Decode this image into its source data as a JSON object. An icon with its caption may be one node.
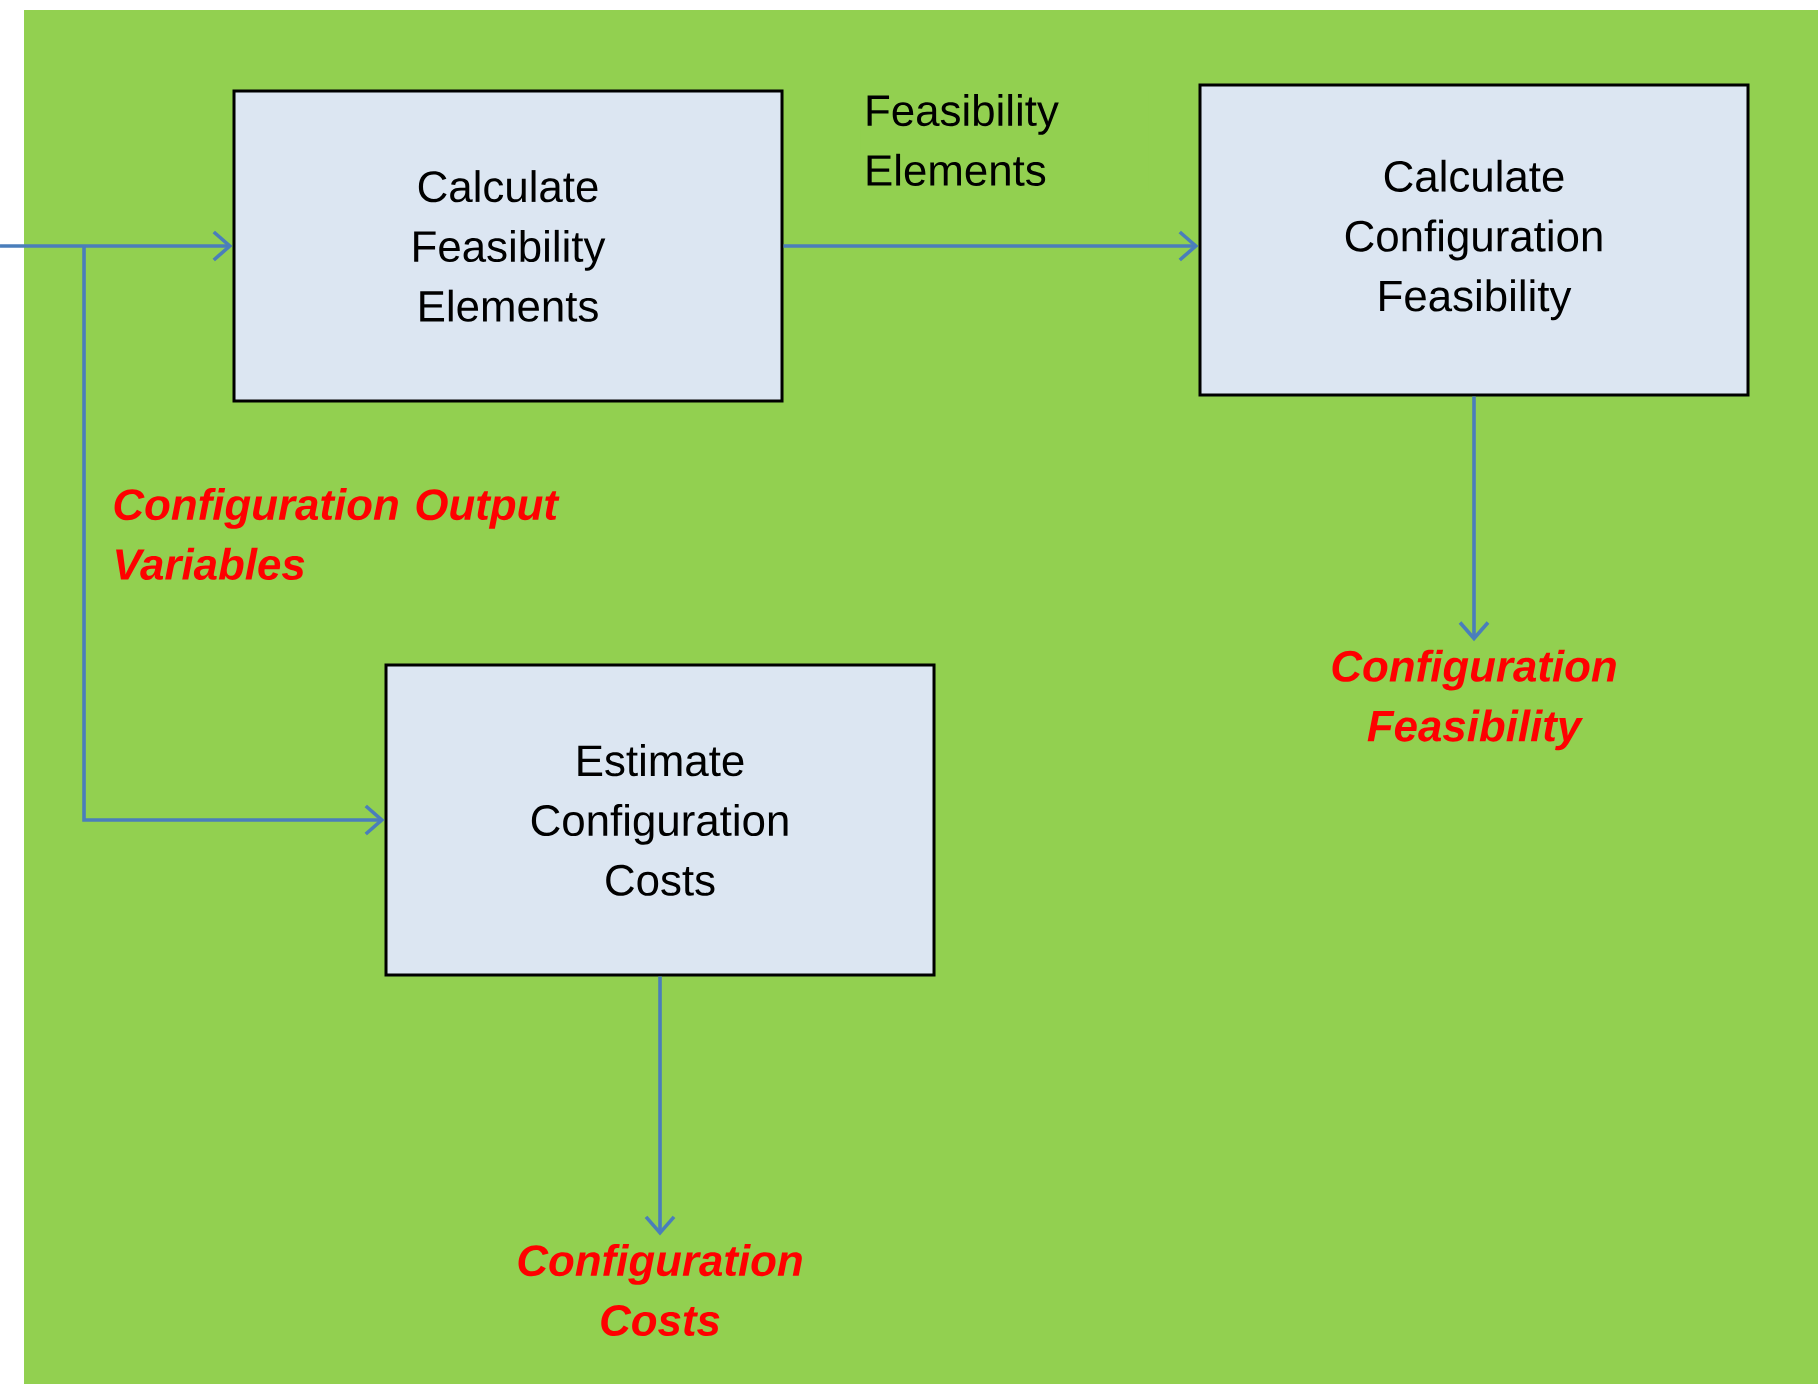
{
  "diagram": {
    "nodes": [
      {
        "text": [
          "Calculate Feasibility Elements"
        ]
      },
      {
        "text": [
          "Calculate Configuration Feasibility"
        ]
      },
      {
        "text": [
          "Configuration Feasibility"
        ]
      },
      {
        "text": [
          "Estimate Configuration Costs"
        ]
      },
      {
        "text": [
          "Configuration Costs"
        ]
      }
    ],
    "edges": [
      {
        "from": null,
        "to": 0,
        "arrow": "to"
      },
      {
        "from": null,
        "to": 3,
        "arrow": "to",
        "label": "Configuration Output Variables"
      },
      {
        "from": 0,
        "to": 1,
        "arrow": "to",
        "label": "Feasibility Elements"
      },
      {
        "from": 1,
        "to": 2,
        "arrow": "to"
      },
      {
        "from": 3,
        "to": 4,
        "arrow": "to"
      }
    ]
  }
}
